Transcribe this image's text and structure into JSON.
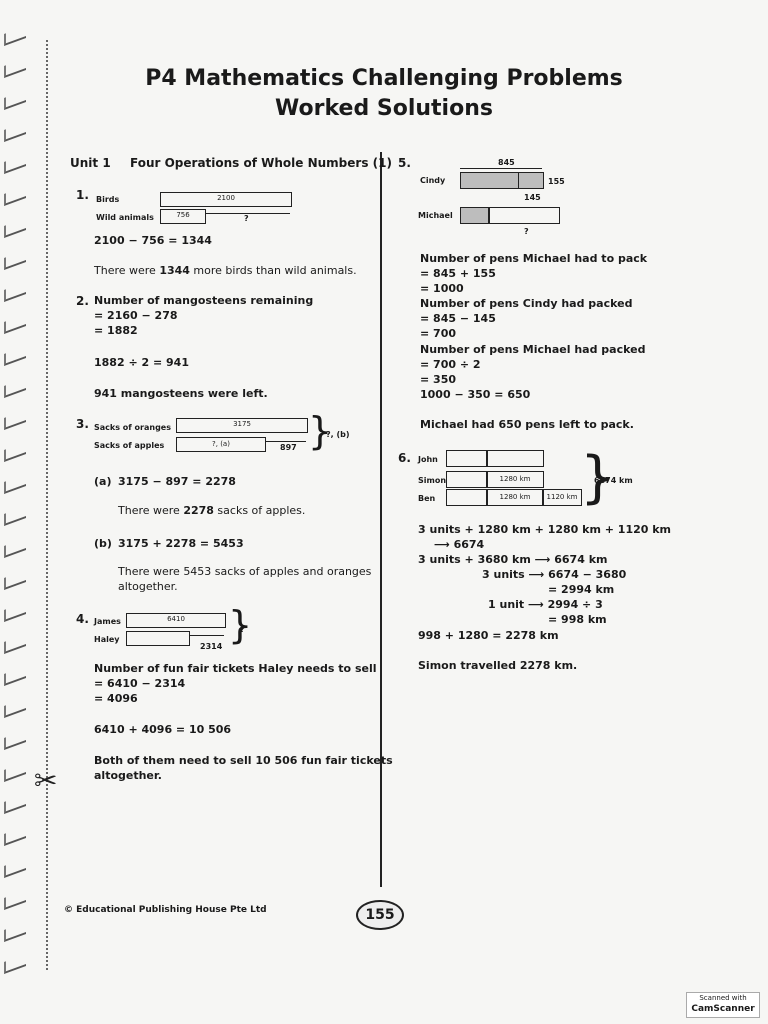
{
  "title": {
    "line1": "P4 Mathematics Challenging Problems",
    "line2": "Worked Solutions"
  },
  "unit": {
    "number": "Unit 1",
    "name": "Four Operations of Whole Numbers (1)"
  },
  "q1": {
    "num": "1.",
    "label_birds": "Birds",
    "label_wild": "Wild animals",
    "bar_birds": "2100",
    "bar_wild": "756",
    "unknown": "?",
    "line1": "2100 − 756 = 1344",
    "answer_pre": "There were ",
    "answer_bold": "1344",
    "answer_post": " more birds than wild animals."
  },
  "q2": {
    "num": "2.",
    "line1": "Number of mangosteens remaining",
    "line2": "= 2160 − 278",
    "line3": "= 1882",
    "line4": "1882 ÷ 2 = 941",
    "answer": "941 mangosteens were left."
  },
  "q3": {
    "num": "3.",
    "label_oranges": "Sacks of oranges",
    "label_apples": "Sacks of apples",
    "bar_oranges": "3175",
    "bar_apples": "?, (a)",
    "diff": "897",
    "total": "?, (b)",
    "a_label": "(a)",
    "a_calc": "3175 − 897 = 2278",
    "a_answer_pre": "There were ",
    "a_answer_bold": "2278",
    "a_answer_post": " sacks of apples.",
    "b_label": "(b)",
    "b_calc": "3175 + 2278 = 5453",
    "b_answer_line1": "There were 5453 sacks of apples and oranges",
    "b_answer_line2": "altogether."
  },
  "q4": {
    "num": "4.",
    "label_james": "James",
    "label_haley": "Haley",
    "bar_james": "6410",
    "diff": "2314",
    "total": "?",
    "line1": "Number of fun fair tickets Haley needs to sell",
    "line2": "= 6410 − 2314",
    "line3": "= 4096",
    "line4": "6410 + 4096 = 10 506",
    "answer_line1": "Both of them need to sell 10 506 fun fair tickets",
    "answer_line2": "altogether."
  },
  "q5": {
    "num": "5.",
    "label_cindy": "Cindy",
    "label_michael": "Michael",
    "top": "845",
    "right": "155",
    "mid": "145",
    "unknown": "?",
    "lines": [
      "Number of pens Michael had to pack",
      "= 845 + 155",
      "= 1000",
      "Number of pens Cindy had packed",
      "= 845 − 145",
      "= 700",
      "Number of pens Michael had packed",
      "= 700 ÷ 2",
      "= 350",
      "1000 − 350 = 650"
    ],
    "answer": "Michael had 650 pens left to pack."
  },
  "q6": {
    "num": "6.",
    "label_john": "John",
    "label_simon": "Simon",
    "label_ben": "Ben",
    "bar_simon": "1280 km",
    "bar_ben1": "1280 km",
    "bar_ben2": "1120 km",
    "total": "6674 km",
    "line1": "3 units + 1280 km + 1280 km + 1120 km",
    "line2": "⟶ 6674",
    "line3": "3 units + 3680 km ⟶ 6674 km",
    "line4": "3 units ⟶ 6674 − 3680",
    "line5": "= 2994 km",
    "line6": "1 unit ⟶ 2994 ÷ 3",
    "line7": "= 998 km",
    "line8": "998 + 1280 = 2278 km",
    "answer": "Simon travelled 2278 km."
  },
  "footer": {
    "publisher": "© Educational Publishing House Pte Ltd",
    "page": "155"
  },
  "watermark": {
    "line1": "Scanned with",
    "line2": "CamScanner"
  }
}
